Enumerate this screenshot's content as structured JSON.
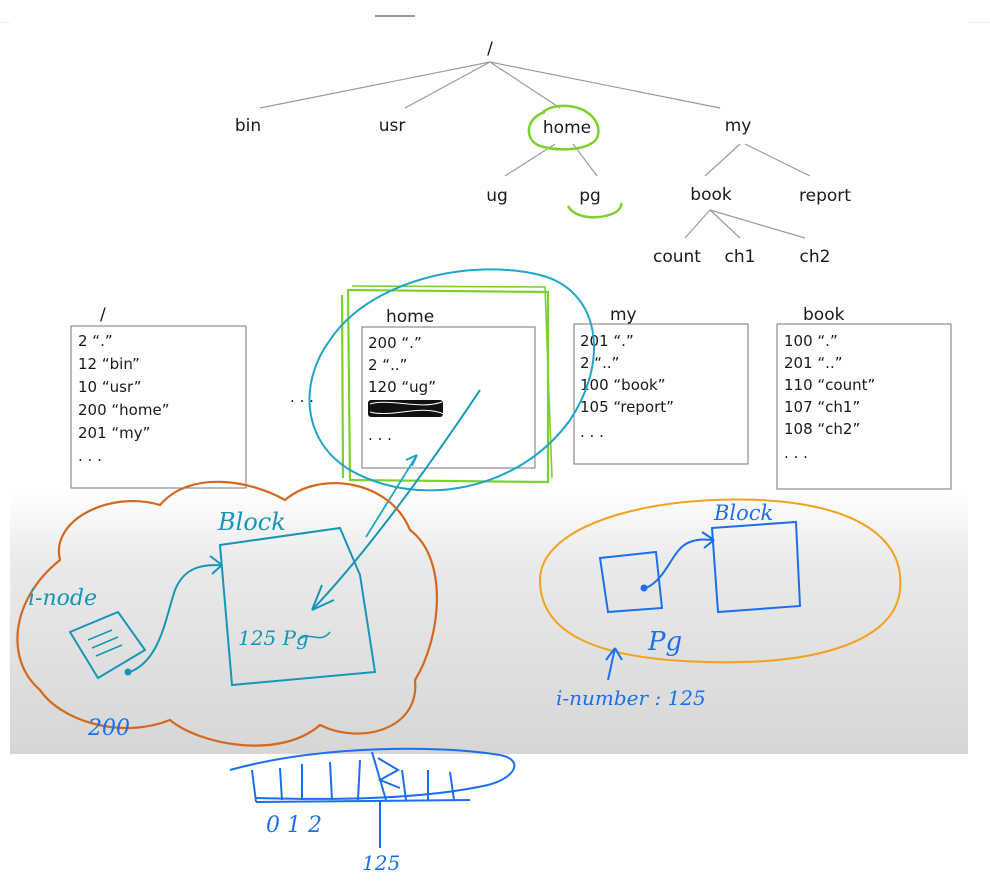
{
  "tree": {
    "root": "/",
    "level1": [
      "bin",
      "usr",
      "home",
      "my"
    ],
    "home_children": [
      "ug",
      "pg"
    ],
    "my_children": [
      "book",
      "report"
    ],
    "book_children": [
      "count",
      "ch1",
      "ch2"
    ]
  },
  "directories": [
    {
      "title": "/",
      "entries": [
        "2 “.”",
        "12 “bin”",
        "10 “usr”",
        "200 “home”",
        "201 “my”",
        ". . ."
      ]
    },
    {
      "title": "home",
      "entries": [
        "200 “.”",
        "2     “..”",
        "120 “ug”",
        ". . ."
      ]
    },
    {
      "title": "my",
      "entries": [
        "201 “.”",
        "2     “..”",
        "100 “book”",
        "105 “report”",
        ". . ."
      ]
    },
    {
      "title": "book",
      "entries": [
        "100 “.”",
        "201 “..”",
        "110 “count”",
        "107 “ch1”",
        "108 “ch2”",
        ". . ."
      ]
    }
  ],
  "ellipsis": ". . .",
  "annotations": {
    "block_left": "Block",
    "inode": "i-node",
    "block_content": "125 Pg",
    "inode_number": "200",
    "block_right": "Block",
    "pg": "Pg",
    "inumber": "i-number : 125",
    "bitmap_indices": "0 1 2",
    "bitmap_125": "125"
  },
  "colors": {
    "green": "#7cd12e",
    "cyan": "#20a5c9",
    "teal": "#1596b8",
    "orange_left": "#d2691e",
    "orange_right": "#f2a21e",
    "blue_ink": "#1a6ff0"
  }
}
